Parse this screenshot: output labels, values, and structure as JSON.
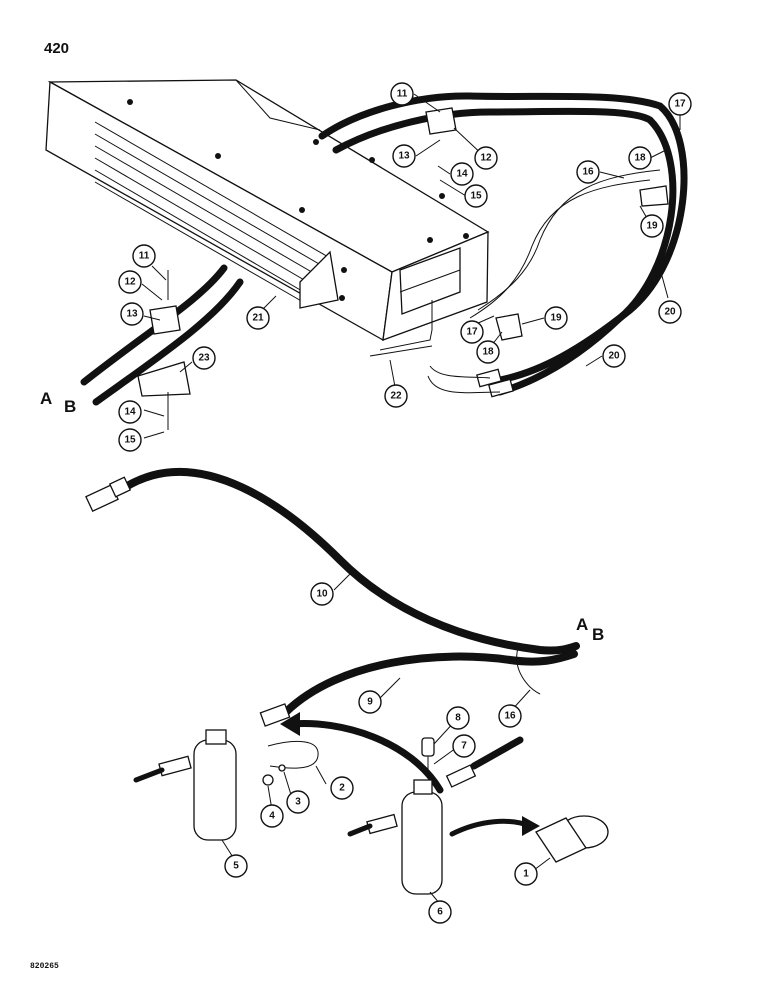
{
  "page": {
    "number": "420",
    "ref_code": "820265"
  },
  "hose_end_labels": [
    "A",
    "B",
    "A",
    "B"
  ],
  "callouts": [
    "1",
    "2",
    "3",
    "4",
    "5",
    "6",
    "7",
    "8",
    "9",
    "10",
    "11",
    "11",
    "12",
    "12",
    "13",
    "13",
    "14",
    "14",
    "15",
    "15",
    "16",
    "16",
    "17",
    "17",
    "18",
    "18",
    "19",
    "19",
    "20",
    "20",
    "21",
    "22",
    "23"
  ]
}
